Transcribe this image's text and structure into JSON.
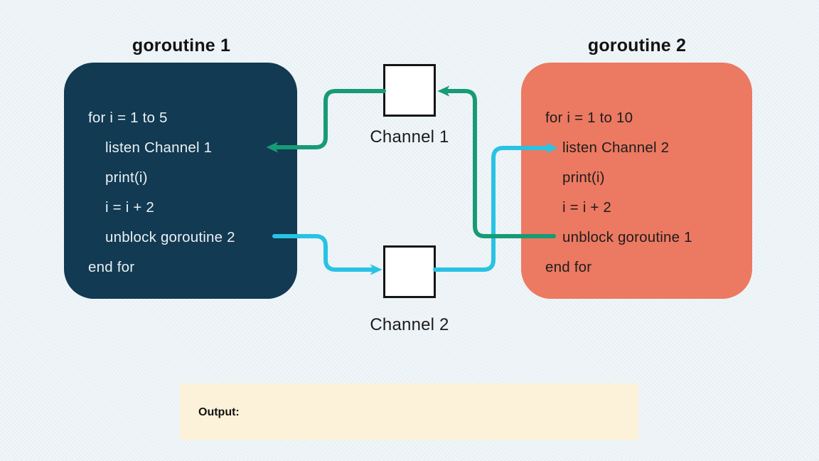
{
  "colors": {
    "background": "#e9f1f5",
    "goroutine1_box": "#123a52",
    "goroutine2_box": "#ec7961",
    "green_arrow": "#169b76",
    "cyan_arrow": "#29c2e4",
    "output_box": "#fcf2d9",
    "code_text_light": "#eaf0f4",
    "code_text_dark": "#1d1d1d"
  },
  "goroutine1": {
    "title": "goroutine 1",
    "lines": [
      "for i = 1 to 5",
      "listen Channel 1",
      "print(i)",
      "i = i + 2",
      "unblock goroutine 2",
      "end for"
    ]
  },
  "goroutine2": {
    "title": "goroutine 2",
    "lines": [
      "for i = 1 to 10",
      "listen Channel 2",
      "print(i)",
      "i = i + 2",
      "unblock goroutine 1",
      "end for"
    ]
  },
  "channels": {
    "channel1_label": "Channel 1",
    "channel2_label": "Channel 2"
  },
  "output": {
    "label": "Output:"
  }
}
